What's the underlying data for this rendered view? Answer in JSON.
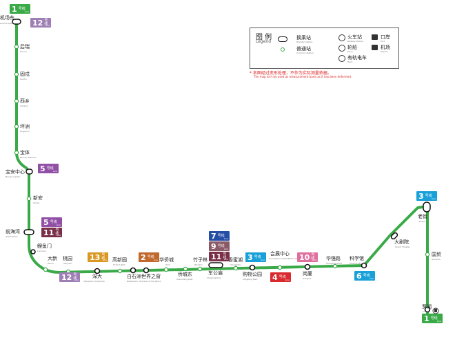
{
  "legend": {
    "title": "图 例",
    "title_en": "Legend",
    "interchange": "换乘站",
    "interchange_en": "Transfer station",
    "normal": "普通站",
    "normal_en": "Common station",
    "train": "火车站",
    "train_en": "Railway Station",
    "ferry": "轮船",
    "ferry_en": "Ferry",
    "tram": "有轨电车",
    "tram_en": "Tram",
    "border": "口岸",
    "border_en": "Port",
    "airport": "机场",
    "airport_en": "Airport",
    "note_cn": "* 本图经过变形处理，不作为实际测量依据。",
    "note_en": "The map isn't be used as measurement basis as it has been deformed."
  },
  "line_badge_text": "号线",
  "line_badge_en": "Line",
  "stations": {
    "jichangdong": {
      "cn": "机场东",
      "en": "Airport East"
    },
    "houruil": {
      "cn": "后瑞",
      "en": "Hourui"
    },
    "gushu": {
      "cn": "固戍",
      "en": "Gushu"
    },
    "xixiang": {
      "cn": "西乡",
      "en": "Xixiang"
    },
    "pingzhou": {
      "cn": "坪洲",
      "en": "Pingzhou"
    },
    "baoti": {
      "cn": "宝体",
      "en": "Bao'an Stadium"
    },
    "baoanzhongxin": {
      "cn": "宝安中心",
      "en": "Bao'an Center"
    },
    "xinan": {
      "cn": "新安",
      "en": "Xin'an"
    },
    "qianhaiwan": {
      "cn": "前海湾",
      "en": "Qianhaiwan"
    },
    "liyumen": {
      "cn": "鲤鱼门",
      "en": "Liyumen"
    },
    "daxin": {
      "cn": "大新",
      "en": "Daxin"
    },
    "taoyuan": {
      "cn": "桃园",
      "en": "Taoyuan"
    },
    "shenda": {
      "cn": "深大",
      "en": "Shenzhen University"
    },
    "gaoxinyuan": {
      "cn": "高新园",
      "en": "Hi-Tech Park"
    },
    "baishizhou": {
      "cn": "白石洲",
      "en": "Baishizhou"
    },
    "shijiezhichuang": {
      "cn": "世界之窗",
      "en": "Window of the World"
    },
    "huaqiaocheng": {
      "cn": "华侨城",
      "en": "OCT"
    },
    "qiaochengdong": {
      "cn": "侨城东",
      "en": "Qiaocheng East"
    },
    "zhuzilin": {
      "cn": "竹子林",
      "en": "Zhuzilin"
    },
    "chegongmiao": {
      "cn": "车公庙",
      "en": "Chegongmiao"
    },
    "xiangmihu": {
      "cn": "香蜜湖",
      "en": "Xiangmihu"
    },
    "gouwugongyuan": {
      "cn": "购物公园",
      "en": "Shopping Park"
    },
    "huizhanzhongxin": {
      "cn": "会展中心",
      "en": "Convention & Exhibition Center"
    },
    "gangxia": {
      "cn": "岗厦",
      "en": "Gangxia"
    },
    "huaqianglu": {
      "cn": "华强路",
      "en": "Huaqiang Road"
    },
    "kexueguan": {
      "cn": "科学馆",
      "en": "Science Museum"
    },
    "dajuyuan": {
      "cn": "大剧院",
      "en": "Grand Theater"
    },
    "laojie": {
      "cn": "老街",
      "en": "Laojie"
    },
    "guomao": {
      "cn": "国贸",
      "en": "Guomao"
    },
    "luohu": {
      "cn": "罗湖",
      "en": "Luohu"
    }
  },
  "lines": [
    {
      "num": "1",
      "color": "#3aaa48"
    },
    {
      "num": "12",
      "color": "#9e7fb5"
    },
    {
      "num": "5",
      "color": "#9150a6"
    },
    {
      "num": "11",
      "color": "#7a2f48"
    },
    {
      "num": "13",
      "color": "#d99724"
    },
    {
      "num": "2",
      "color": "#c1692c"
    },
    {
      "num": "7",
      "color": "#254ea6"
    },
    {
      "num": "9",
      "color": "#8a5a66"
    },
    {
      "num": "3",
      "color": "#1aa0d8"
    },
    {
      "num": "4",
      "color": "#d92a2f"
    },
    {
      "num": "10",
      "color": "#e06fa0"
    },
    {
      "num": "6",
      "color": "#1aa0d8"
    }
  ],
  "colors": {
    "line1": "#3aaa48",
    "legend_note": "#d22222"
  }
}
